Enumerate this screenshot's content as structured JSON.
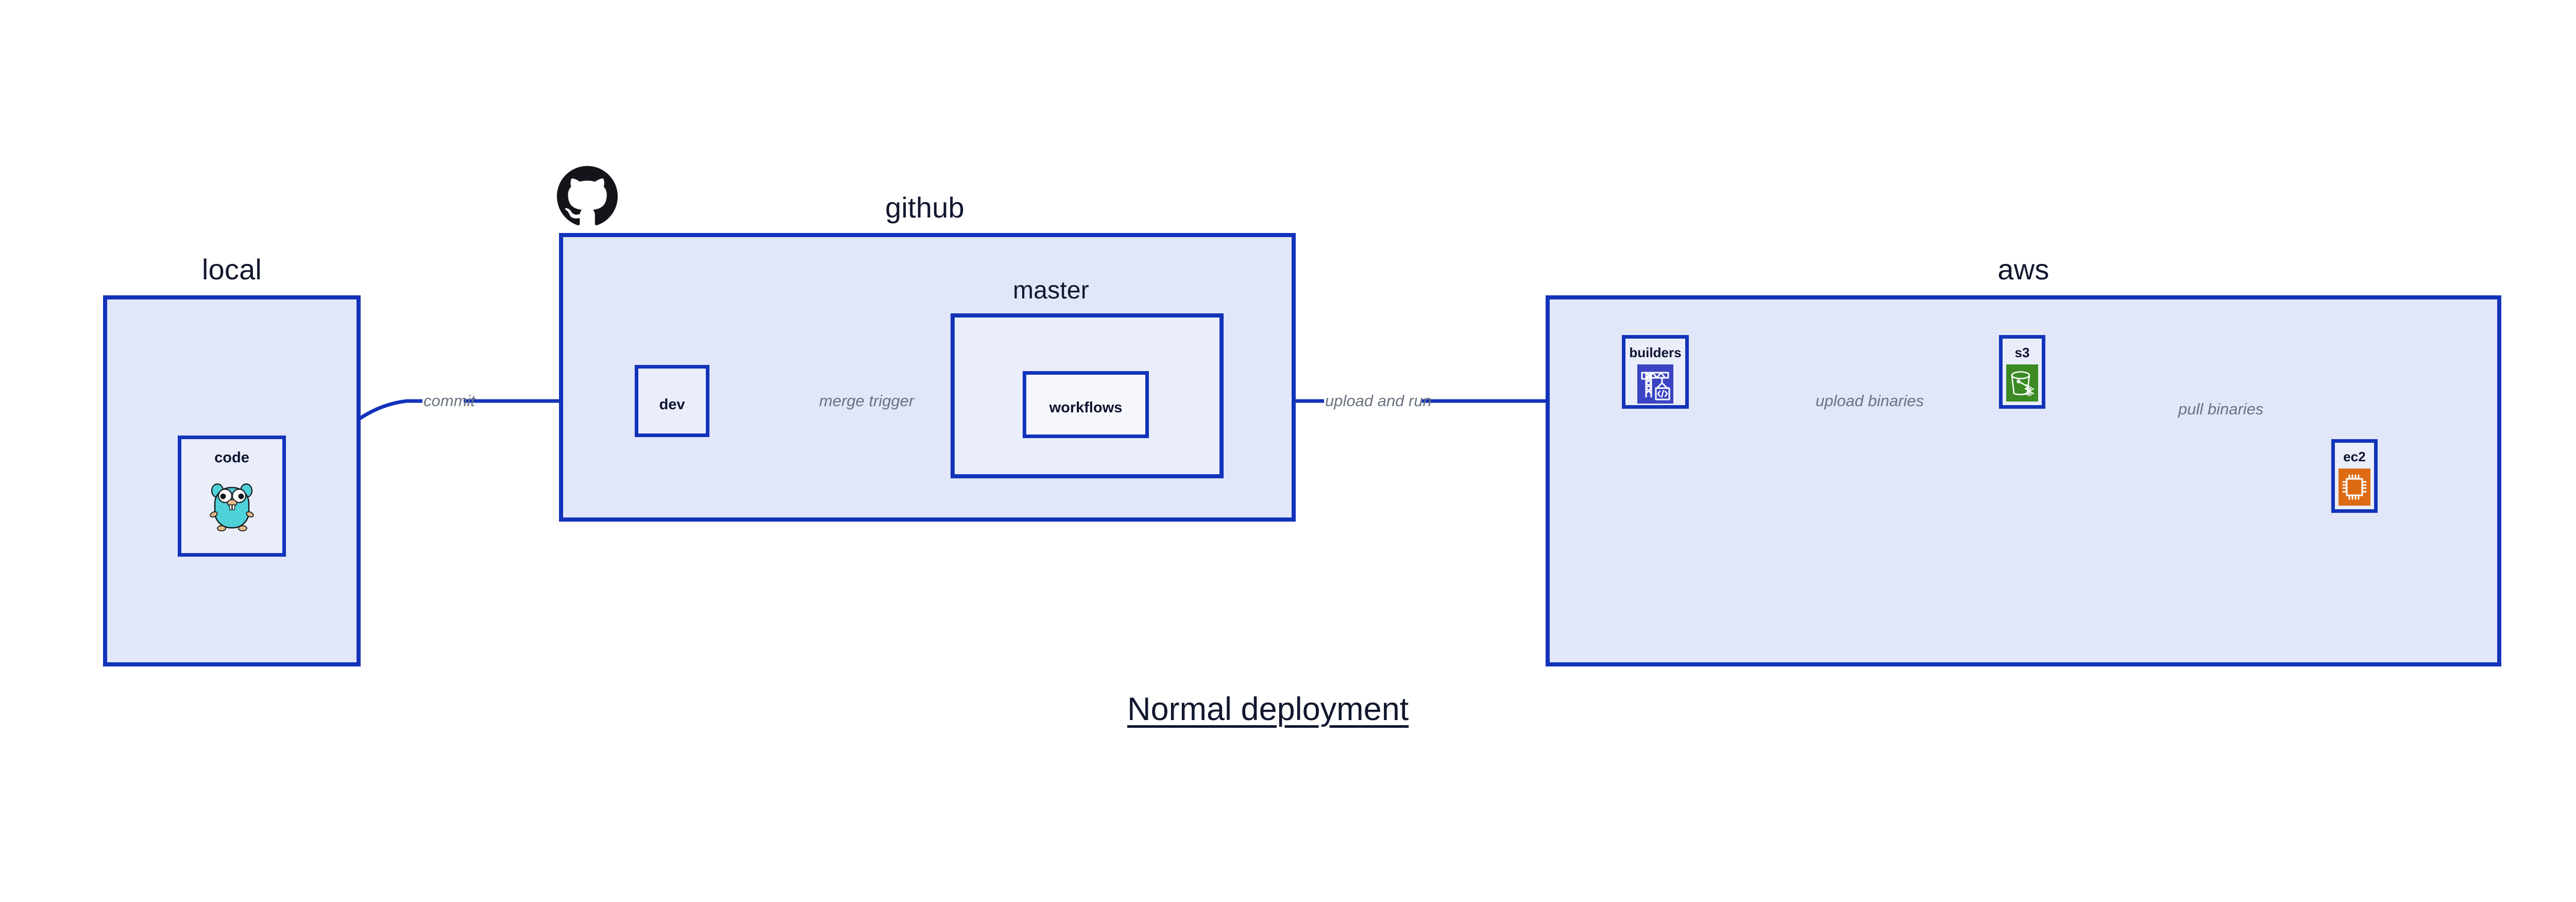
{
  "diagram": {
    "caption": "Normal deployment",
    "accent_border": "#1233ba",
    "group_fill": "#e1e6f8",
    "node_fill": "#eaeefb",
    "node_fill_light": "#f5f7fd",
    "label_color": "#12172e",
    "edge_label_color": "#6a7280"
  },
  "groups": {
    "local": {
      "label": "local"
    },
    "github": {
      "label": "github"
    },
    "master": {
      "label": "master"
    },
    "aws": {
      "label": "aws"
    }
  },
  "nodes": {
    "code": {
      "label": "code",
      "icon": "go-gopher-icon"
    },
    "dev": {
      "label": "dev"
    },
    "workflows": {
      "label": "workflows"
    },
    "builders": {
      "label": "builders",
      "icon": "aws-codebuild-icon",
      "icon_color": "#3b44c4"
    },
    "s3": {
      "label": "s3",
      "icon": "aws-s3-glacier-icon",
      "icon_color": "#3b8a24"
    },
    "ec2": {
      "label": "ec2",
      "icon": "aws-ec2-icon",
      "icon_color": "#dd6b14"
    }
  },
  "icons": {
    "github_logo": "github-octocat-icon"
  },
  "edges": [
    {
      "id": "commit",
      "label": "commit",
      "from": "code",
      "to": "dev"
    },
    {
      "id": "merge-trigger",
      "label": "merge trigger",
      "from": "dev",
      "to": "workflows"
    },
    {
      "id": "upload-and-run",
      "label": "upload and run",
      "from": "workflows",
      "to": "builders"
    },
    {
      "id": "upload-binaries",
      "label": "upload binaries",
      "from": "builders",
      "to": "s3"
    },
    {
      "id": "pull-binaries",
      "label": "pull binaries",
      "from": "s3",
      "to": "ec2"
    }
  ]
}
